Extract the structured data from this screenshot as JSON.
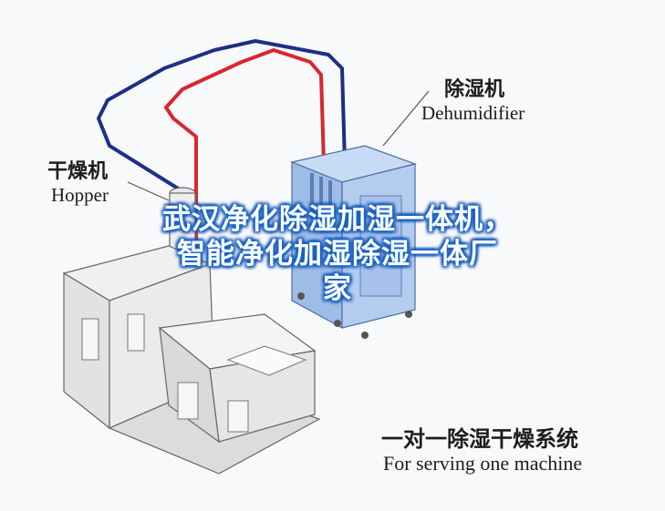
{
  "labels": {
    "dehumidifier_cn": "除湿机",
    "dehumidifier_en": "Dehumidifier",
    "hopper_cn": "干燥机",
    "hopper_en": "Hopper",
    "system_cn": "一对一除湿干燥系统",
    "system_en": "For serving one machine"
  },
  "overlay": {
    "line1": "武汉净化除湿加湿一体机，",
    "line2": "智能净化加湿除湿一体厂",
    "line3": "家"
  },
  "colors": {
    "supply_pipe": "#d9272e",
    "return_pipe": "#1e2f86",
    "dehumidifier_body": "#a9c6ec",
    "overlay_glow": "#1f6fd6"
  }
}
